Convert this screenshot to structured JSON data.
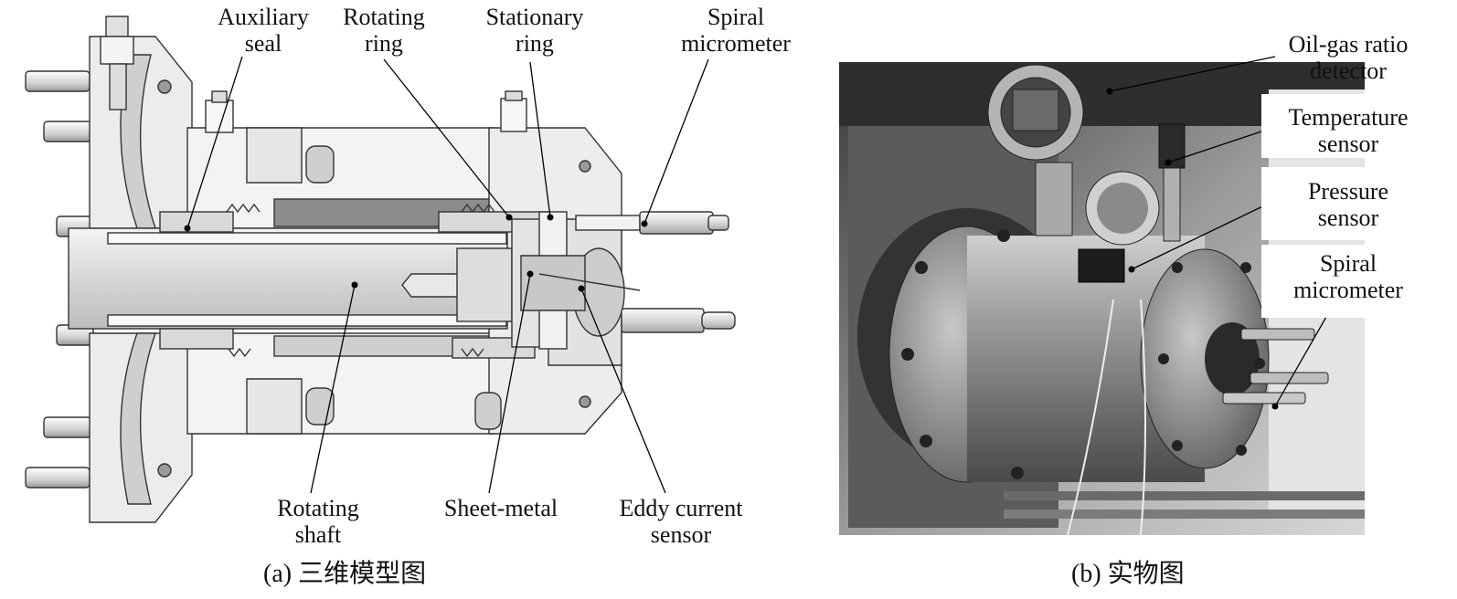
{
  "panel_a": {
    "caption": "(a) 三维模型图",
    "labels": {
      "auxiliary_seal": [
        "Auxiliary",
        "seal"
      ],
      "rotating_ring": [
        "Rotating",
        "ring"
      ],
      "stationary_ring": [
        "Stationary",
        "ring"
      ],
      "spiral_micrometer": [
        "Spiral",
        "micrometer"
      ],
      "rotating_shaft": [
        "Rotating",
        "shaft"
      ],
      "sheet_metal": [
        "Sheet-metal"
      ],
      "eddy_current_sensor": [
        "Eddy current",
        "sensor"
      ]
    }
  },
  "panel_b": {
    "caption": "(b) 实物图",
    "labels": {
      "oil_gas_ratio_detector": [
        "Oil-gas ratio",
        "detector"
      ],
      "temperature_sensor": [
        "Temperature",
        "sensor"
      ],
      "pressure_sensor": [
        "Pressure",
        "sensor"
      ],
      "spiral_micrometer": [
        "Spiral",
        "micrometer"
      ]
    }
  }
}
